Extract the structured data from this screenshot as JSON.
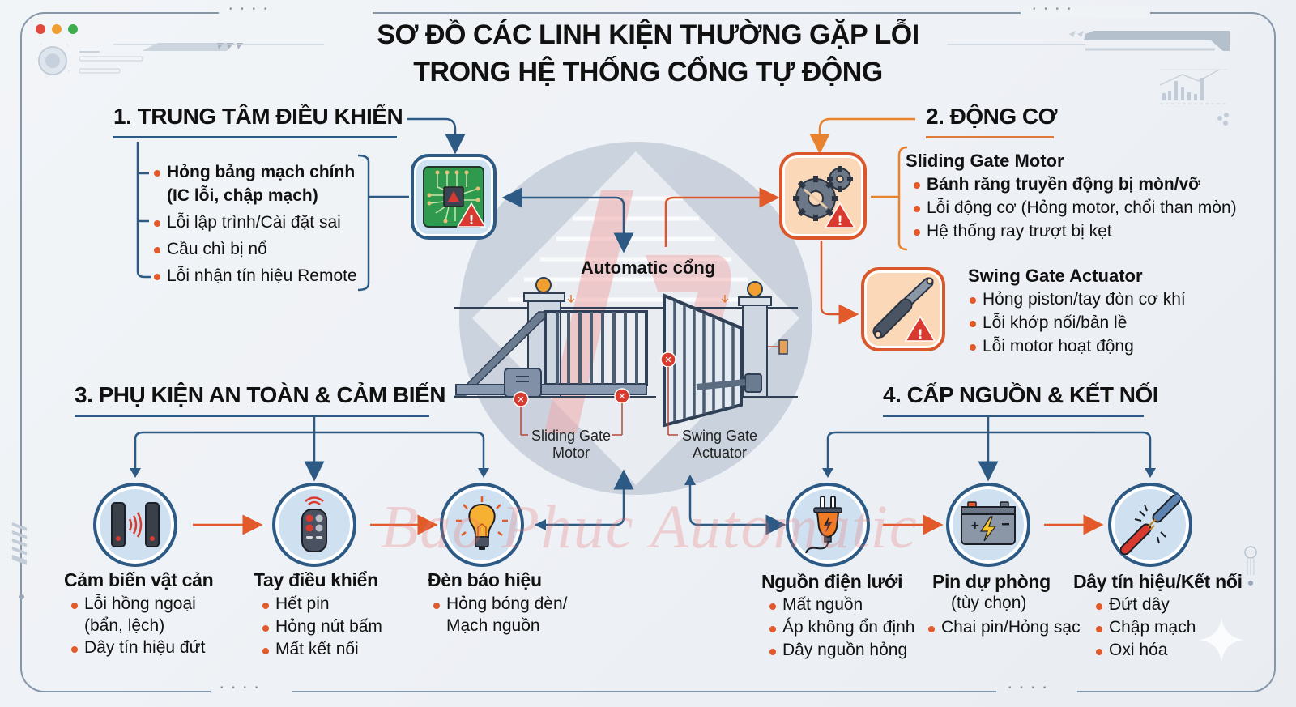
{
  "title": {
    "line1": "SƠ ĐỒ CÁC LINH KIỆN THƯỜNG GẶP LỖI",
    "line2": "TRONG HỆ THỐNG CỔNG TỰ ĐỘNG"
  },
  "window_controls": {
    "colors": [
      "#e2483d",
      "#f0a033",
      "#3cae4f"
    ]
  },
  "colors": {
    "primary_blue": "#2c5a85",
    "accent_orange": "#e07a3a",
    "bullet_red": "#e2592a",
    "warning_red": "#d93a2f"
  },
  "center": {
    "label": "Automatic cổng",
    "sliding_caption_1": "Sliding Gate",
    "sliding_caption_2": "Motor",
    "swing_caption_1": "Swing Gate",
    "swing_caption_2": "Actuator",
    "watermark": "Bao Phuc Automatic"
  },
  "sections": {
    "control": {
      "title": "1. TRUNG TÂM ĐIỀU KHIỂN",
      "icon": "circuit-board-warning-icon",
      "items": [
        {
          "text": "Hỏng bảng mạch chính",
          "cont": "(IC lỗi, chập mạch)",
          "bold": true
        },
        {
          "text": "Lỗi lập trình/Cài đặt sai"
        },
        {
          "text": "Cầu chì bị nổ"
        },
        {
          "text": "Lỗi nhận tín hiệu Remote"
        }
      ]
    },
    "motor": {
      "title": "2. ĐỘNG CƠ",
      "sliding": {
        "title": "Sliding Gate Motor",
        "icon": "gears-warning-icon",
        "items": [
          {
            "text": "Bánh răng truyền động bị mòn/vỡ",
            "bold": true
          },
          {
            "text": "Lỗi động cơ (Hỏng motor, chổi than mòn)"
          },
          {
            "text": "Hệ thống ray trượt bị kẹt"
          }
        ]
      },
      "swing": {
        "title": "Swing Gate Actuator",
        "icon": "actuator-warning-icon",
        "items": [
          {
            "text": "Hỏng piston/tay đòn cơ khí"
          },
          {
            "text": "Lỗi khớp nối/bản lề"
          },
          {
            "text": "Lỗi motor hoạt động"
          }
        ]
      }
    },
    "safety": {
      "title": "3. PHỤ KIỆN AN TOÀN & CẢM BIẾN",
      "components": [
        {
          "name": "Cảm biến vật cản",
          "icon": "photocell-sensor-icon",
          "items": [
            {
              "text": "Lỗi hồng ngoại",
              "cont": "(bẩn, lệch)"
            },
            {
              "text": "Dây tín hiệu đứt"
            }
          ]
        },
        {
          "name": "Tay điều khiển",
          "icon": "remote-control-icon",
          "items": [
            {
              "text": "Hết pin"
            },
            {
              "text": "Hỏng nút bấm"
            },
            {
              "text": "Mất kết nối"
            }
          ]
        },
        {
          "name": "Đèn báo hiệu",
          "icon": "light-bulb-icon",
          "items": [
            {
              "text": "Hỏng bóng đèn/",
              "cont": "Mạch nguồn"
            }
          ]
        }
      ]
    },
    "power": {
      "title": "4. CẤP NGUỒN & KẾT NỐI",
      "components": [
        {
          "name": "Nguồn điện lưới",
          "icon": "power-plug-icon",
          "items": [
            {
              "text": "Mất nguồn"
            },
            {
              "text": "Áp không ổn định"
            },
            {
              "text": "Dây nguồn hỏng"
            }
          ]
        },
        {
          "name": "Pin dự phòng",
          "subtitle": "(tùy chọn)",
          "icon": "battery-icon",
          "items": [
            {
              "text": "Chai pin/Hỏng sạc"
            }
          ]
        },
        {
          "name": "Dây tín hiệu/Kết nối",
          "icon": "broken-cable-icon",
          "items": [
            {
              "text": "Đứt dây"
            },
            {
              "text": "Chập mạch"
            },
            {
              "text": "Oxi hóa"
            }
          ]
        }
      ]
    }
  }
}
